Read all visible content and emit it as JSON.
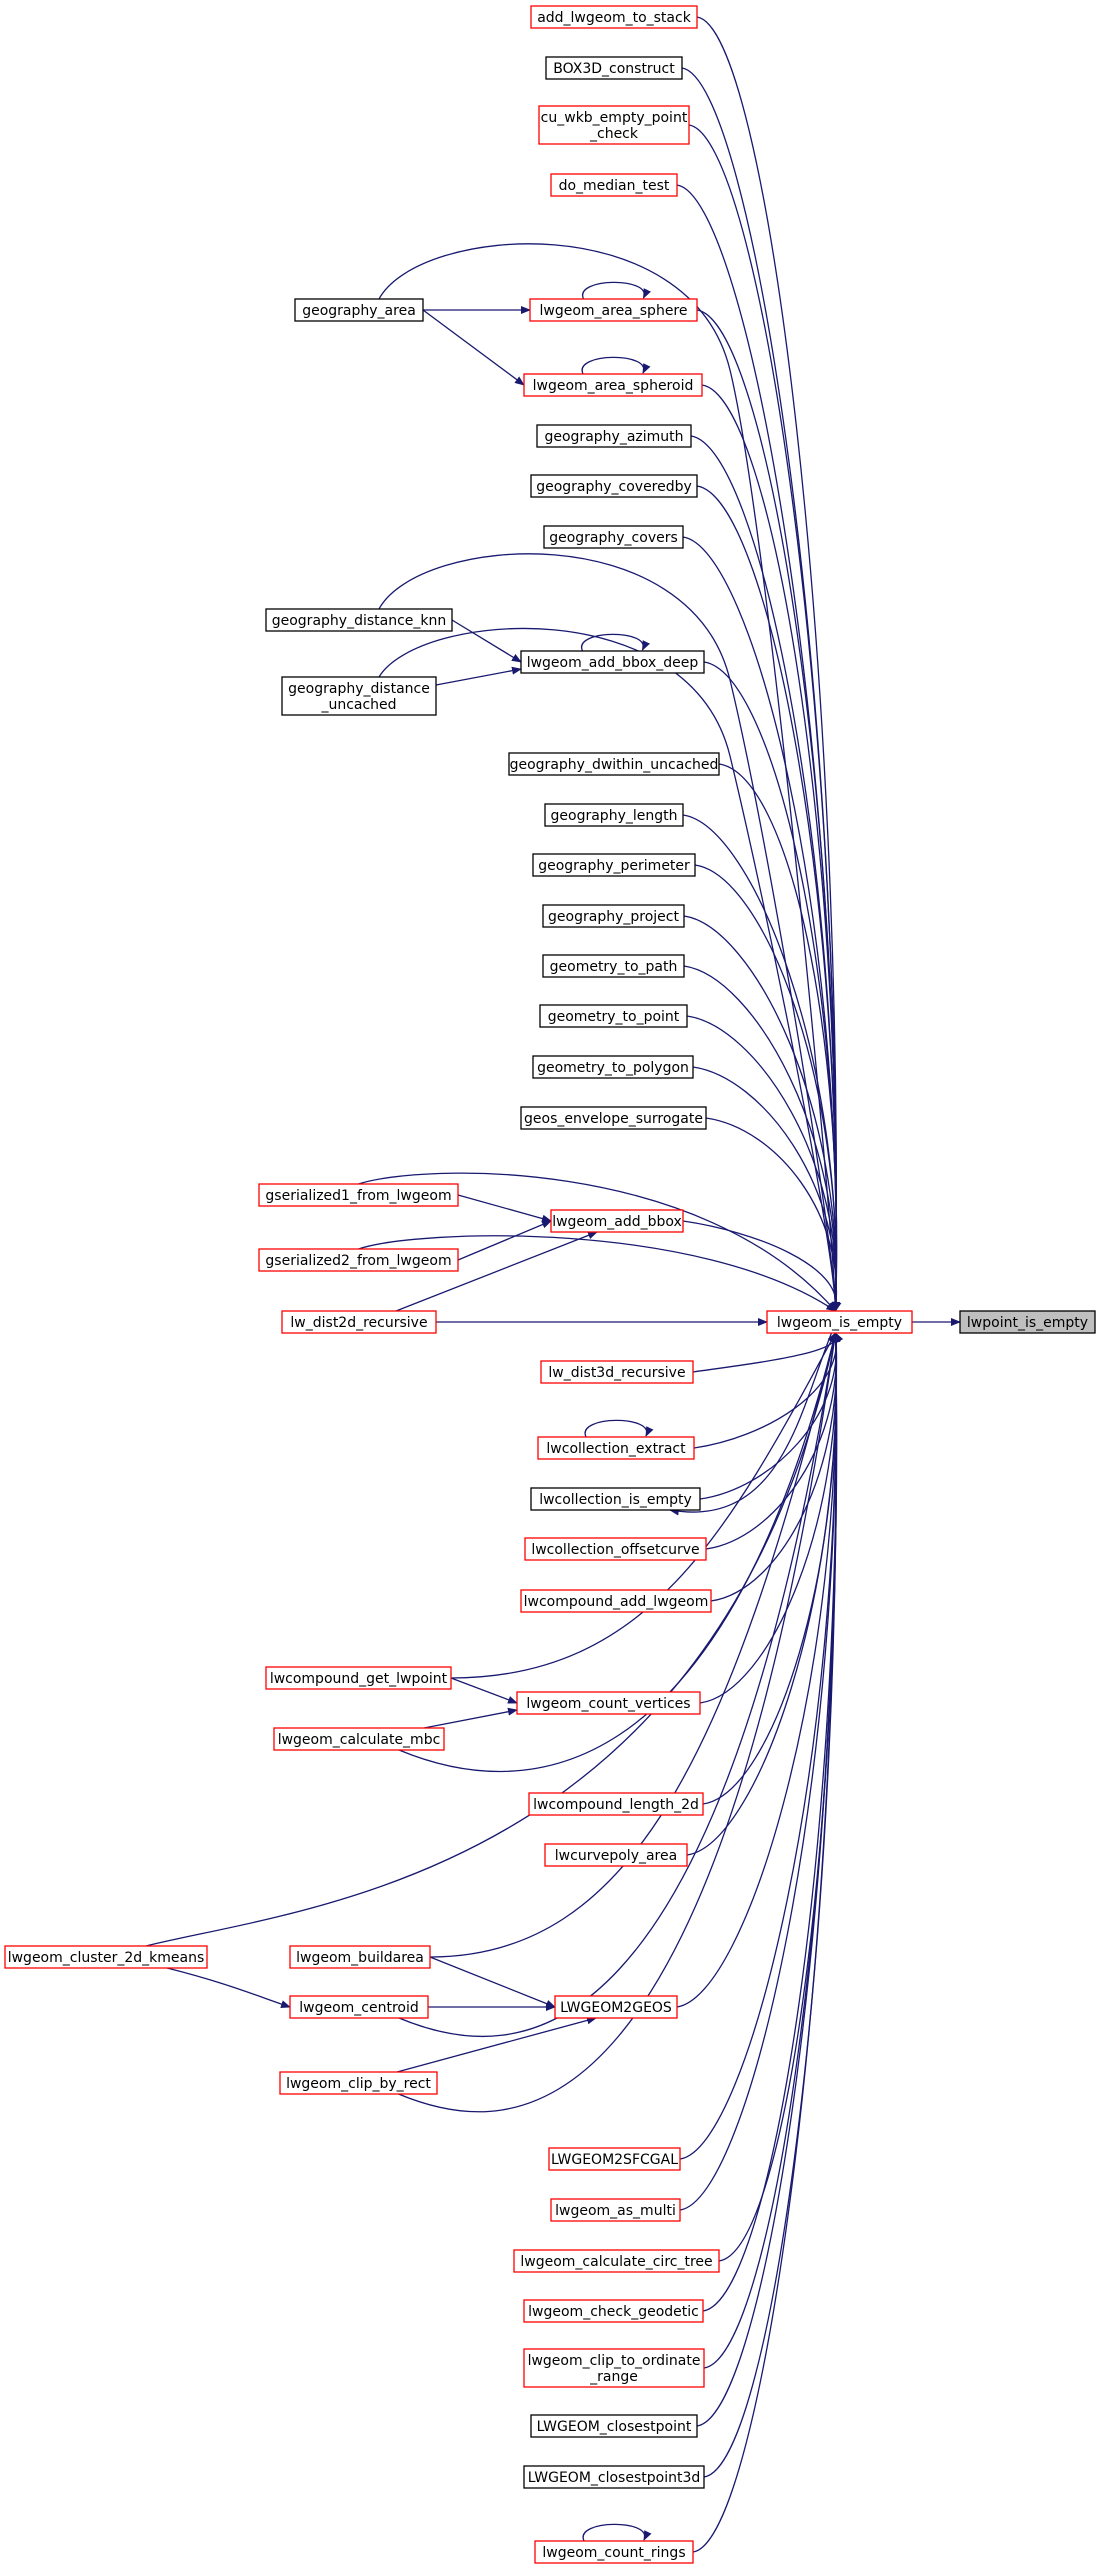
{
  "colors": {
    "edge": "#191970",
    "border_red": "#ff0000",
    "border_black": "#000000",
    "root_fill": "#bfbfbf",
    "fill": "#ffffff"
  },
  "nodes": [
    {
      "id": "lwpoint_is_empty",
      "label": [
        "lwpoint_is_empty"
      ],
      "border": "black",
      "root": true
    },
    {
      "id": "lwgeom_is_empty",
      "label": [
        "lwgeom_is_empty"
      ],
      "border": "red"
    },
    {
      "id": "add_lwgeom_to_stack",
      "label": [
        "add_lwgeom_to_stack"
      ],
      "border": "red"
    },
    {
      "id": "BOX3D_construct",
      "label": [
        "BOX3D_construct"
      ],
      "border": "black"
    },
    {
      "id": "cu_wkb_empty_point_check",
      "label": [
        "cu_wkb_empty_point",
        "_check"
      ],
      "border": "red"
    },
    {
      "id": "do_median_test",
      "label": [
        "do_median_test"
      ],
      "border": "red"
    },
    {
      "id": "geography_area",
      "label": [
        "geography_area"
      ],
      "border": "black"
    },
    {
      "id": "lwgeom_area_sphere",
      "label": [
        "lwgeom_area_sphere"
      ],
      "border": "red"
    },
    {
      "id": "lwgeom_area_spheroid",
      "label": [
        "lwgeom_area_spheroid"
      ],
      "border": "red"
    },
    {
      "id": "geography_azimuth",
      "label": [
        "geography_azimuth"
      ],
      "border": "black"
    },
    {
      "id": "geography_coveredby",
      "label": [
        "geography_coveredby"
      ],
      "border": "black"
    },
    {
      "id": "geography_covers",
      "label": [
        "geography_covers"
      ],
      "border": "black"
    },
    {
      "id": "geography_distance_knn",
      "label": [
        "geography_distance_knn"
      ],
      "border": "black"
    },
    {
      "id": "lwgeom_add_bbox_deep",
      "label": [
        "lwgeom_add_bbox_deep"
      ],
      "border": "black"
    },
    {
      "id": "geography_distance_uncached",
      "label": [
        "geography_distance",
        "_uncached"
      ],
      "border": "black"
    },
    {
      "id": "geography_dwithin_uncached",
      "label": [
        "geography_dwithin_uncached"
      ],
      "border": "black"
    },
    {
      "id": "geography_length",
      "label": [
        "geography_length"
      ],
      "border": "black"
    },
    {
      "id": "geography_perimeter",
      "label": [
        "geography_perimeter"
      ],
      "border": "black"
    },
    {
      "id": "geography_project",
      "label": [
        "geography_project"
      ],
      "border": "black"
    },
    {
      "id": "geometry_to_path",
      "label": [
        "geometry_to_path"
      ],
      "border": "black"
    },
    {
      "id": "geometry_to_point",
      "label": [
        "geometry_to_point"
      ],
      "border": "black"
    },
    {
      "id": "geometry_to_polygon",
      "label": [
        "geometry_to_polygon"
      ],
      "border": "black"
    },
    {
      "id": "geos_envelope_surrogate",
      "label": [
        "geos_envelope_surrogate"
      ],
      "border": "black"
    },
    {
      "id": "gserialized1_from_lwgeom",
      "label": [
        "gserialized1_from_lwgeom"
      ],
      "border": "red"
    },
    {
      "id": "lwgeom_add_bbox",
      "label": [
        "lwgeom_add_bbox"
      ],
      "border": "red"
    },
    {
      "id": "gserialized2_from_lwgeom",
      "label": [
        "gserialized2_from_lwgeom"
      ],
      "border": "red"
    },
    {
      "id": "lw_dist2d_recursive",
      "label": [
        "lw_dist2d_recursive"
      ],
      "border": "red"
    },
    {
      "id": "lw_dist3d_recursive",
      "label": [
        "lw_dist3d_recursive"
      ],
      "border": "red"
    },
    {
      "id": "lwcollection_extract",
      "label": [
        "lwcollection_extract"
      ],
      "border": "red"
    },
    {
      "id": "lwcollection_is_empty",
      "label": [
        "lwcollection_is_empty"
      ],
      "border": "black"
    },
    {
      "id": "lwcollection_offsetcurve",
      "label": [
        "lwcollection_offsetcurve"
      ],
      "border": "red"
    },
    {
      "id": "lwcompound_add_lwgeom",
      "label": [
        "lwcompound_add_lwgeom"
      ],
      "border": "red"
    },
    {
      "id": "lwcompound_get_lwpoint",
      "label": [
        "lwcompound_get_lwpoint"
      ],
      "border": "red"
    },
    {
      "id": "lwgeom_count_vertices",
      "label": [
        "lwgeom_count_vertices"
      ],
      "border": "red"
    },
    {
      "id": "lwgeom_calculate_mbc",
      "label": [
        "lwgeom_calculate_mbc"
      ],
      "border": "red"
    },
    {
      "id": "lwcompound_length_2d",
      "label": [
        "lwcompound_length_2d"
      ],
      "border": "red"
    },
    {
      "id": "lwcurvepoly_area",
      "label": [
        "lwcurvepoly_area"
      ],
      "border": "red"
    },
    {
      "id": "lwgeom_cluster_2d_kmeans",
      "label": [
        "lwgeom_cluster_2d_kmeans"
      ],
      "border": "red"
    },
    {
      "id": "lwgeom_buildarea",
      "label": [
        "lwgeom_buildarea"
      ],
      "border": "red"
    },
    {
      "id": "lwgeom_centroid",
      "label": [
        "lwgeom_centroid"
      ],
      "border": "red"
    },
    {
      "id": "LWGEOM2GEOS",
      "label": [
        "LWGEOM2GEOS"
      ],
      "border": "red"
    },
    {
      "id": "lwgeom_clip_by_rect",
      "label": [
        "lwgeom_clip_by_rect"
      ],
      "border": "red"
    },
    {
      "id": "LWGEOM2SFCGAL",
      "label": [
        "LWGEOM2SFCGAL"
      ],
      "border": "red"
    },
    {
      "id": "lwgeom_as_multi",
      "label": [
        "lwgeom_as_multi"
      ],
      "border": "red"
    },
    {
      "id": "lwgeom_calculate_circ_tree",
      "label": [
        "lwgeom_calculate_circ_tree"
      ],
      "border": "red"
    },
    {
      "id": "lwgeom_check_geodetic",
      "label": [
        "lwgeom_check_geodetic"
      ],
      "border": "red"
    },
    {
      "id": "lwgeom_clip_to_ordinate_range",
      "label": [
        "lwgeom_clip_to_ordinate",
        "_range"
      ],
      "border": "red"
    },
    {
      "id": "LWGEOM_closestpoint",
      "label": [
        "LWGEOM_closestpoint"
      ],
      "border": "black"
    },
    {
      "id": "LWGEOM_closestpoint3d",
      "label": [
        "LWGEOM_closestpoint3d"
      ],
      "border": "black"
    },
    {
      "id": "lwgeom_count_rings",
      "label": [
        "lwgeom_count_rings"
      ],
      "border": "red"
    }
  ],
  "edges": [
    {
      "from": "lwgeom_is_empty",
      "to": "lwpoint_is_empty"
    },
    {
      "from": "add_lwgeom_to_stack",
      "to": "lwgeom_is_empty"
    },
    {
      "from": "BOX3D_construct",
      "to": "lwgeom_is_empty"
    },
    {
      "from": "cu_wkb_empty_point_check",
      "to": "lwgeom_is_empty"
    },
    {
      "from": "do_median_test",
      "to": "lwgeom_is_empty"
    },
    {
      "from": "geography_area",
      "to": "lwgeom_is_empty"
    },
    {
      "from": "geography_area",
      "to": "lwgeom_area_sphere"
    },
    {
      "from": "geography_area",
      "to": "lwgeom_area_spheroid"
    },
    {
      "from": "lwgeom_area_sphere",
      "to": "lwgeom_is_empty"
    },
    {
      "from": "lwgeom_area_sphere",
      "to": "lwgeom_area_sphere"
    },
    {
      "from": "lwgeom_area_spheroid",
      "to": "lwgeom_is_empty"
    },
    {
      "from": "lwgeom_area_spheroid",
      "to": "lwgeom_area_spheroid"
    },
    {
      "from": "geography_azimuth",
      "to": "lwgeom_is_empty"
    },
    {
      "from": "geography_coveredby",
      "to": "lwgeom_is_empty"
    },
    {
      "from": "geography_covers",
      "to": "lwgeom_is_empty"
    },
    {
      "from": "geography_distance_knn",
      "to": "lwgeom_is_empty"
    },
    {
      "from": "geography_distance_knn",
      "to": "lwgeom_add_bbox_deep"
    },
    {
      "from": "lwgeom_add_bbox_deep",
      "to": "lwgeom_is_empty"
    },
    {
      "from": "lwgeom_add_bbox_deep",
      "to": "lwgeom_add_bbox_deep"
    },
    {
      "from": "geography_distance_uncached",
      "to": "lwgeom_is_empty"
    },
    {
      "from": "geography_distance_uncached",
      "to": "lwgeom_add_bbox_deep"
    },
    {
      "from": "geography_dwithin_uncached",
      "to": "lwgeom_is_empty"
    },
    {
      "from": "geography_length",
      "to": "lwgeom_is_empty"
    },
    {
      "from": "geography_perimeter",
      "to": "lwgeom_is_empty"
    },
    {
      "from": "geography_project",
      "to": "lwgeom_is_empty"
    },
    {
      "from": "geometry_to_path",
      "to": "lwgeom_is_empty"
    },
    {
      "from": "geometry_to_point",
      "to": "lwgeom_is_empty"
    },
    {
      "from": "geometry_to_polygon",
      "to": "lwgeom_is_empty"
    },
    {
      "from": "geos_envelope_surrogate",
      "to": "lwgeom_is_empty"
    },
    {
      "from": "gserialized1_from_lwgeom",
      "to": "lwgeom_is_empty"
    },
    {
      "from": "gserialized1_from_lwgeom",
      "to": "lwgeom_add_bbox"
    },
    {
      "from": "lwgeom_add_bbox",
      "to": "lwgeom_is_empty"
    },
    {
      "from": "gserialized2_from_lwgeom",
      "to": "lwgeom_is_empty"
    },
    {
      "from": "gserialized2_from_lwgeom",
      "to": "lwgeom_add_bbox"
    },
    {
      "from": "lw_dist2d_recursive",
      "to": "lwgeom_is_empty"
    },
    {
      "from": "lw_dist2d_recursive",
      "to": "lwgeom_add_bbox"
    },
    {
      "from": "lw_dist3d_recursive",
      "to": "lwgeom_is_empty"
    },
    {
      "from": "lwcollection_extract",
      "to": "lwgeom_is_empty"
    },
    {
      "from": "lwcollection_extract",
      "to": "lwcollection_extract"
    },
    {
      "from": "lwcollection_is_empty",
      "to": "lwgeom_is_empty"
    },
    {
      "from": "lwgeom_is_empty",
      "to": "lwcollection_is_empty"
    },
    {
      "from": "lwcollection_offsetcurve",
      "to": "lwgeom_is_empty"
    },
    {
      "from": "lwcompound_add_lwgeom",
      "to": "lwgeom_is_empty"
    },
    {
      "from": "lwcompound_get_lwpoint",
      "to": "lwgeom_is_empty"
    },
    {
      "from": "lwcompound_get_lwpoint",
      "to": "lwgeom_count_vertices"
    },
    {
      "from": "lwgeom_count_vertices",
      "to": "lwgeom_is_empty"
    },
    {
      "from": "lwgeom_calculate_mbc",
      "to": "lwgeom_is_empty"
    },
    {
      "from": "lwgeom_calculate_mbc",
      "to": "lwgeom_count_vertices"
    },
    {
      "from": "lwcompound_length_2d",
      "to": "lwgeom_is_empty"
    },
    {
      "from": "lwcurvepoly_area",
      "to": "lwgeom_is_empty"
    },
    {
      "from": "lwgeom_cluster_2d_kmeans",
      "to": "lwgeom_is_empty"
    },
    {
      "from": "lwgeom_cluster_2d_kmeans",
      "to": "lwgeom_centroid"
    },
    {
      "from": "lwgeom_buildarea",
      "to": "lwgeom_is_empty"
    },
    {
      "from": "lwgeom_buildarea",
      "to": "LWGEOM2GEOS"
    },
    {
      "from": "lwgeom_centroid",
      "to": "lwgeom_is_empty"
    },
    {
      "from": "lwgeom_centroid",
      "to": "LWGEOM2GEOS"
    },
    {
      "from": "LWGEOM2GEOS",
      "to": "lwgeom_is_empty"
    },
    {
      "from": "lwgeom_clip_by_rect",
      "to": "lwgeom_is_empty"
    },
    {
      "from": "lwgeom_clip_by_rect",
      "to": "LWGEOM2GEOS"
    },
    {
      "from": "LWGEOM2SFCGAL",
      "to": "lwgeom_is_empty"
    },
    {
      "from": "lwgeom_as_multi",
      "to": "lwgeom_is_empty"
    },
    {
      "from": "lwgeom_calculate_circ_tree",
      "to": "lwgeom_is_empty"
    },
    {
      "from": "lwgeom_check_geodetic",
      "to": "lwgeom_is_empty"
    },
    {
      "from": "lwgeom_clip_to_ordinate_range",
      "to": "lwgeom_is_empty"
    },
    {
      "from": "LWGEOM_closestpoint",
      "to": "lwgeom_is_empty"
    },
    {
      "from": "LWGEOM_closestpoint3d",
      "to": "lwgeom_is_empty"
    },
    {
      "from": "lwgeom_count_rings",
      "to": "lwgeom_is_empty"
    },
    {
      "from": "lwgeom_count_rings",
      "to": "lwgeom_count_rings"
    }
  ]
}
